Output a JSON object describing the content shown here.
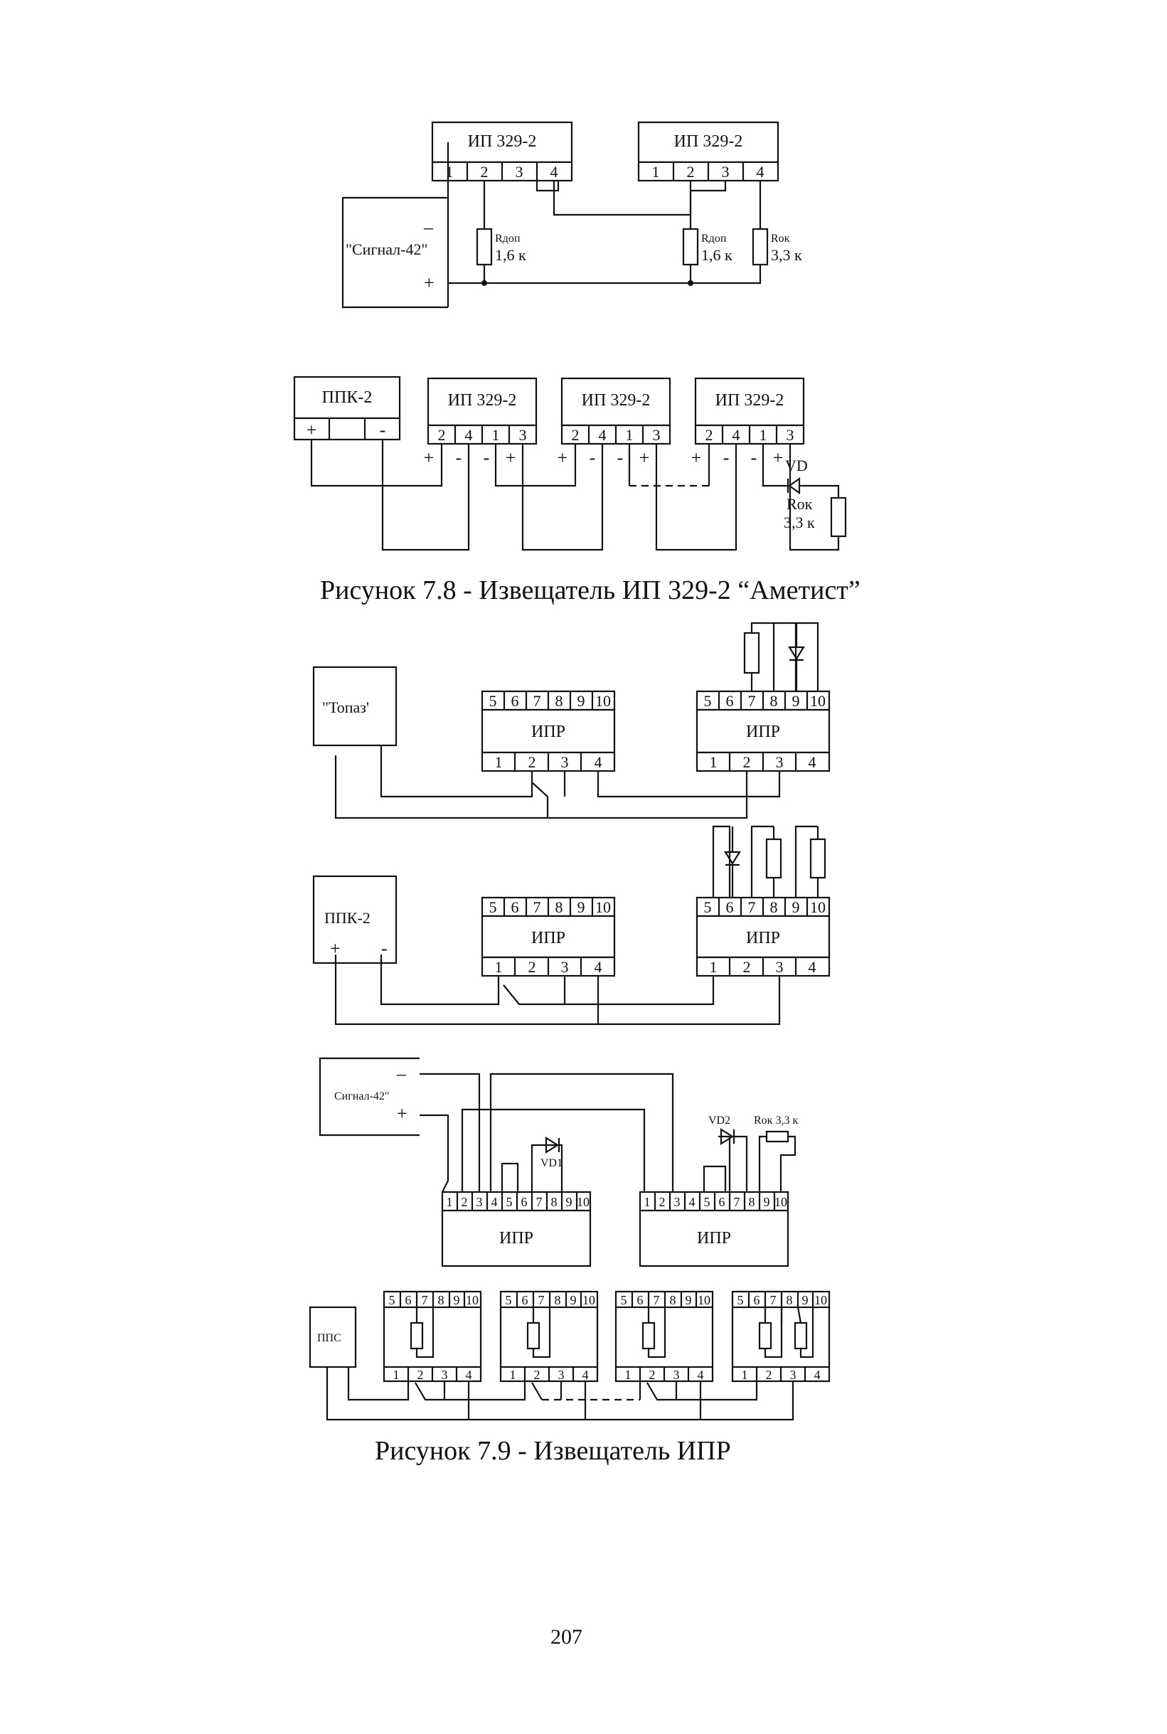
{
  "fig78": {
    "top": {
      "sensor_title": "ИП 329-2",
      "pins": [
        "1",
        "2",
        "3",
        "4"
      ],
      "panel_label": "\"Сигнал-42\"",
      "minus": "–",
      "plus": "+",
      "r_extra_label": "Rдоп",
      "r_extra_value": "1,6 к",
      "r_end_label": "Rок",
      "r_end_value": "3,3 к"
    },
    "bottom": {
      "panel_title": "ППК-2",
      "panel_plus": "+",
      "panel_minus": "-",
      "sensor_title": "ИП 329-2",
      "pins": [
        "2",
        "4",
        "1",
        "3"
      ],
      "polarity": [
        "+",
        "-",
        "-",
        "+"
      ],
      "diode_label": "VD",
      "r_end_label": "Rок",
      "r_end_value": "3,3 к"
    },
    "caption": "Рисунок 7.8 - Извещатель ИП 329-2 “Аметист”"
  },
  "fig79": {
    "top_pins": [
      "5",
      "6",
      "7",
      "8",
      "9",
      "10"
    ],
    "bottom_pins": [
      "1",
      "2",
      "3",
      "4"
    ],
    "device_title": "ИПР",
    "topaz_label": "\"Топаз'",
    "ppk_title": "ППК-2",
    "ppk_plus": "+",
    "ppk_minus": "-",
    "signal_label": "Сигнал-42\"",
    "signal_minus": "–",
    "signal_plus": "+",
    "vd1_label": "VD1",
    "vd2_label": "VD2",
    "r_end_label": "Rок  3,3 к",
    "pps_label": "ППС",
    "caption": "Рисунок 7.9 - Извещатель ИПР"
  },
  "page_number": "207"
}
